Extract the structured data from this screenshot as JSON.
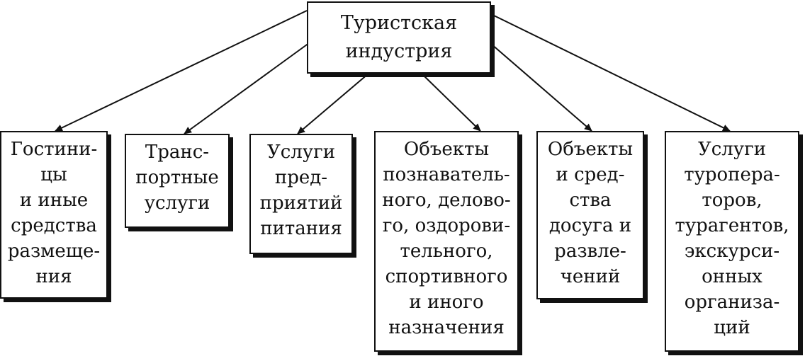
{
  "root": {
    "lines": [
      "Туристская",
      "индустрия"
    ]
  },
  "children": [
    {
      "lines": [
        "Гостини-",
        "цы",
        "и иные",
        "средства",
        "размеще-",
        "ния"
      ]
    },
    {
      "lines": [
        "Транс-",
        "портные",
        "услуги"
      ]
    },
    {
      "lines": [
        "Услуги",
        "пред-",
        "приятий",
        "питания"
      ]
    },
    {
      "lines": [
        "Объекты",
        "познаватель-",
        "ного, делово-",
        "го, оздорови-",
        "тельного,",
        "спортивного",
        "и иного",
        "назначения"
      ]
    },
    {
      "lines": [
        "Объекты",
        "и сред-",
        "ства",
        "досуга и",
        "развле-",
        "чений"
      ]
    },
    {
      "lines": [
        "Услуги",
        "туропера-",
        "торов,",
        "турагентов,",
        "экскурси-",
        "онных",
        "организа-",
        "ций"
      ]
    }
  ],
  "colors": {
    "line": "#111111",
    "background": "#ffffff"
  }
}
